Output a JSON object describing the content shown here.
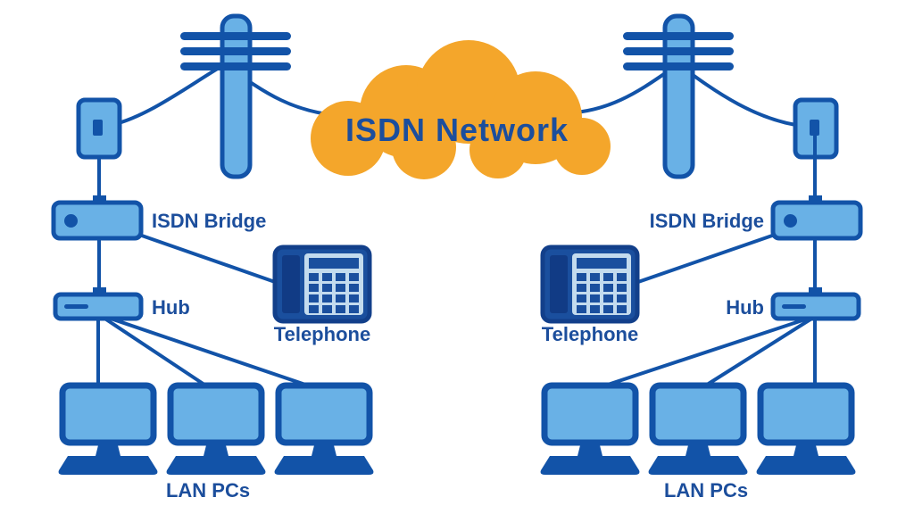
{
  "cloud": {
    "label": "ISDN Network"
  },
  "left_site": {
    "bridge_label": "ISDN Bridge",
    "hub_label": "Hub",
    "telephone_label": "Telephone",
    "lan_pcs_label": "LAN PCs"
  },
  "right_site": {
    "bridge_label": "ISDN Bridge",
    "hub_label": "Hub",
    "telephone_label": "Telephone",
    "lan_pcs_label": "LAN PCs"
  },
  "colors": {
    "device_fill_blue": "#69B1E6",
    "line_dark_blue": "#1253A8",
    "label_navy": "#1C4E9C",
    "cloud_orange": "#F4A62B",
    "phone_body_blue": "#1A4F9E",
    "phone_panel_pale": "#C3DBEE",
    "background": "#FFFFFF"
  }
}
